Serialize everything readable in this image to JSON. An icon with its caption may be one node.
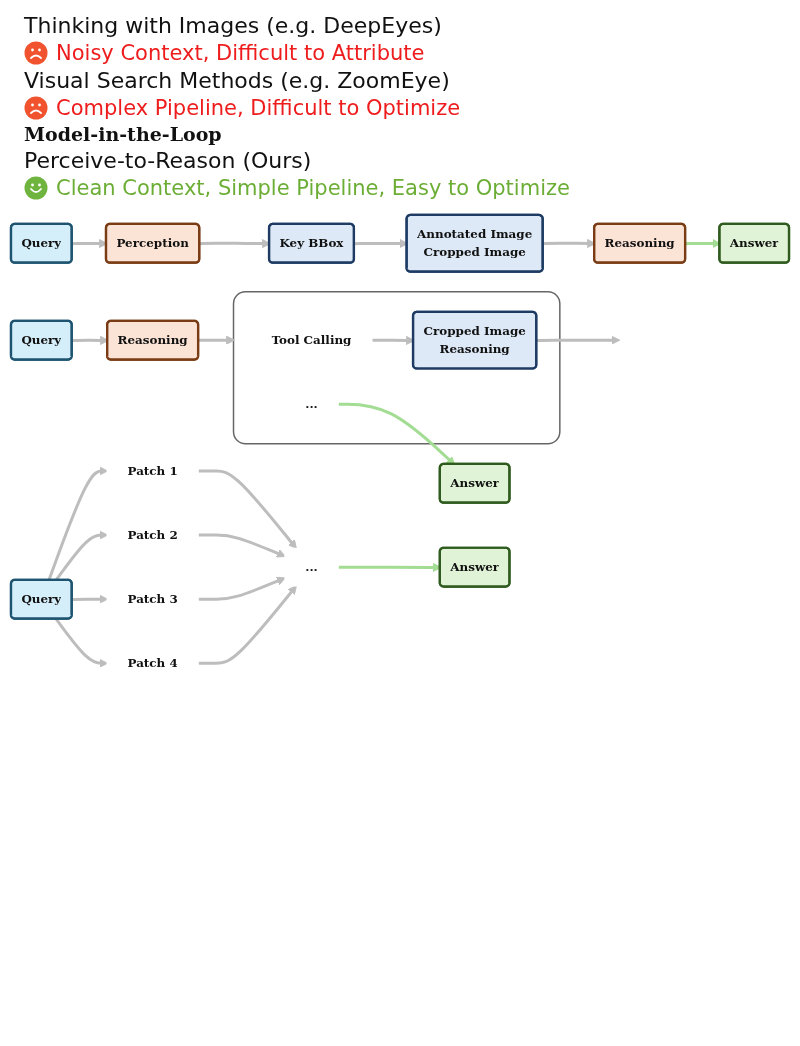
{
  "diagram": {
    "nodes": [
      {
        "text": [
          "Query"
        ]
      },
      {
        "text": [
          "Reasoning"
        ]
      },
      {
        "text": [],
        "shape": "box"
      },
      {
        "text": [
          "Tool Calling"
        ],
        "in": 2
      },
      {
        "text": [
          "Cropped Image",
          "Reasoning"
        ],
        "in": 2
      },
      {
        "text": [
          "..."
        ],
        "in": 2
      },
      {
        "text": [
          "Answer"
        ]
      },
      {
        "text": [
          "Query"
        ]
      },
      {
        "text": [
          "Patch 1"
        ]
      },
      {
        "text": [
          "Patch 2"
        ]
      },
      {
        "text": [
          "Patch 3"
        ]
      },
      {
        "text": [
          "Patch 4"
        ]
      },
      {
        "text": [
          "..."
        ]
      },
      {
        "text": [
          "Answer"
        ]
      },
      {
        "text": [
          "Query"
        ]
      },
      {
        "text": [
          "Perception"
        ]
      },
      {
        "text": [
          "Key BBox"
        ]
      },
      {
        "text": [
          "Annotated Image",
          "Cropped Image"
        ]
      },
      {
        "text": [
          "Reasoning"
        ]
      },
      {
        "text": [
          "Answer"
        ]
      }
    ],
    "edges": [
      {
        "from": 0,
        "to": 1,
        "arrow": "to"
      },
      {
        "from": 1,
        "to": 2,
        "arrow": "to"
      },
      {
        "from": 3,
        "to": 4,
        "arrow": "to"
      },
      {
        "from": 4,
        "to": null,
        "arrow": "to"
      },
      {
        "from": 5,
        "to": 6,
        "arrow": "to",
        "color": "#a3dc93"
      },
      {
        "from": 7,
        "to": 8,
        "arrow": "to"
      },
      {
        "from": 7,
        "to": 9,
        "arrow": "to"
      },
      {
        "from": 7,
        "to": 10,
        "arrow": "to"
      },
      {
        "from": 7,
        "to": 11,
        "arrow": "to"
      },
      {
        "from": 8,
        "to": 12,
        "arrow": "to"
      },
      {
        "from": 9,
        "to": 12,
        "arrow": "to"
      },
      {
        "from": 10,
        "to": 12,
        "arrow": "to"
      },
      {
        "from": 11,
        "to": 12,
        "arrow": "to"
      },
      {
        "from": 12,
        "to": 13,
        "arrow": "to",
        "color": "#a3dc93"
      },
      {
        "from": 14,
        "to": 15,
        "arrow": "to"
      },
      {
        "from": 15,
        "to": 16,
        "arrow": "to"
      },
      {
        "from": 16,
        "to": 17,
        "arrow": "to"
      },
      {
        "from": 17,
        "to": 18,
        "arrow": "to"
      },
      {
        "from": 18,
        "to": 19,
        "arrow": "to",
        "color": "#a3dc93"
      }
    ],
    "labels": [
      "Thinking with Images (e.g. DeepEyes)",
      "Noisy Context, Difficult to Attribute",
      "Visual Search Methods (e.g. ZoomEye)",
      "Complex Pipeline, Difficult to Optimize",
      "Model-in-the-Loop",
      "Perceive-to-Reason (Ours)",
      "Clean Context, Simple Pipeline, Easy to Optimize"
    ]
  }
}
